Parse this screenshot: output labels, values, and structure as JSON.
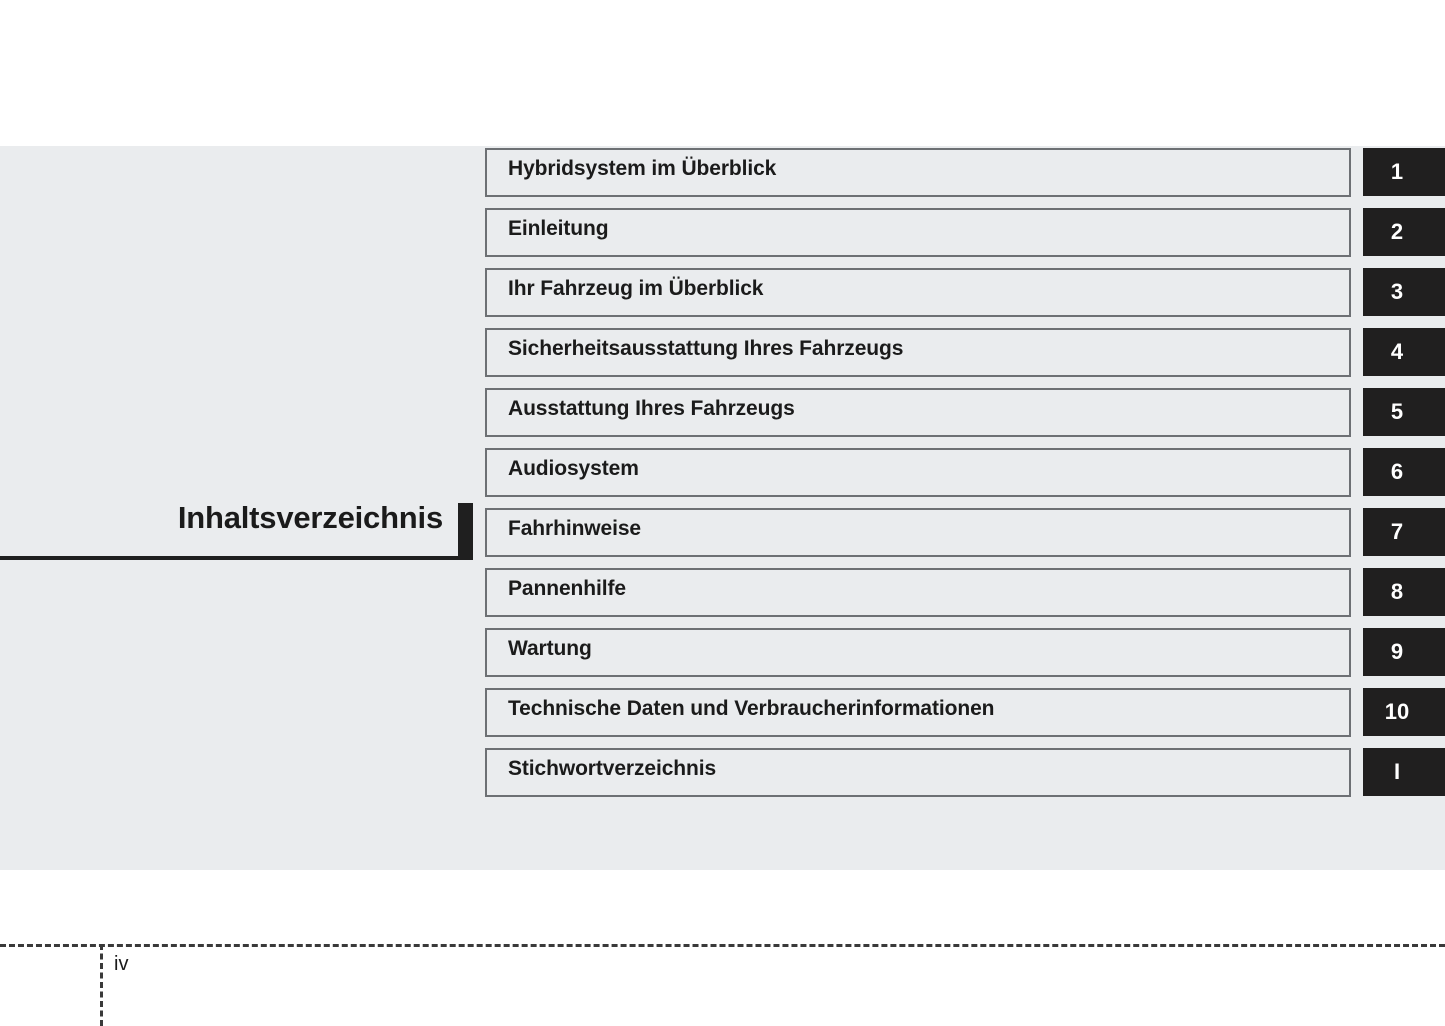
{
  "page": {
    "title": "Inhaltsverzeichnis",
    "folio": "iv",
    "background_color": "#ffffff",
    "panel_color": "#eaecee",
    "row_border_color": "#6d7074",
    "tab_color": "#201f1f",
    "text_color": "#1b1b1b"
  },
  "toc": {
    "entries": [
      {
        "label": "Hybridsystem im Überblick",
        "tab": "1"
      },
      {
        "label": "Einleitung",
        "tab": "2"
      },
      {
        "label": "Ihr Fahrzeug im Überblick",
        "tab": "3"
      },
      {
        "label": "Sicherheitsausstattung Ihres Fahrzeugs",
        "tab": "4"
      },
      {
        "label": "Ausstattung Ihres Fahrzeugs",
        "tab": "5"
      },
      {
        "label": "Audiosystem",
        "tab": "6"
      },
      {
        "label": "Fahrhinweise",
        "tab": "7"
      },
      {
        "label": "Pannenhilfe",
        "tab": "8"
      },
      {
        "label": "Wartung",
        "tab": "9"
      },
      {
        "label": "Technische Daten und Verbraucherinformationen",
        "tab": "10"
      },
      {
        "label": "Stichwortverzeichnis",
        "tab": "I"
      }
    ]
  }
}
